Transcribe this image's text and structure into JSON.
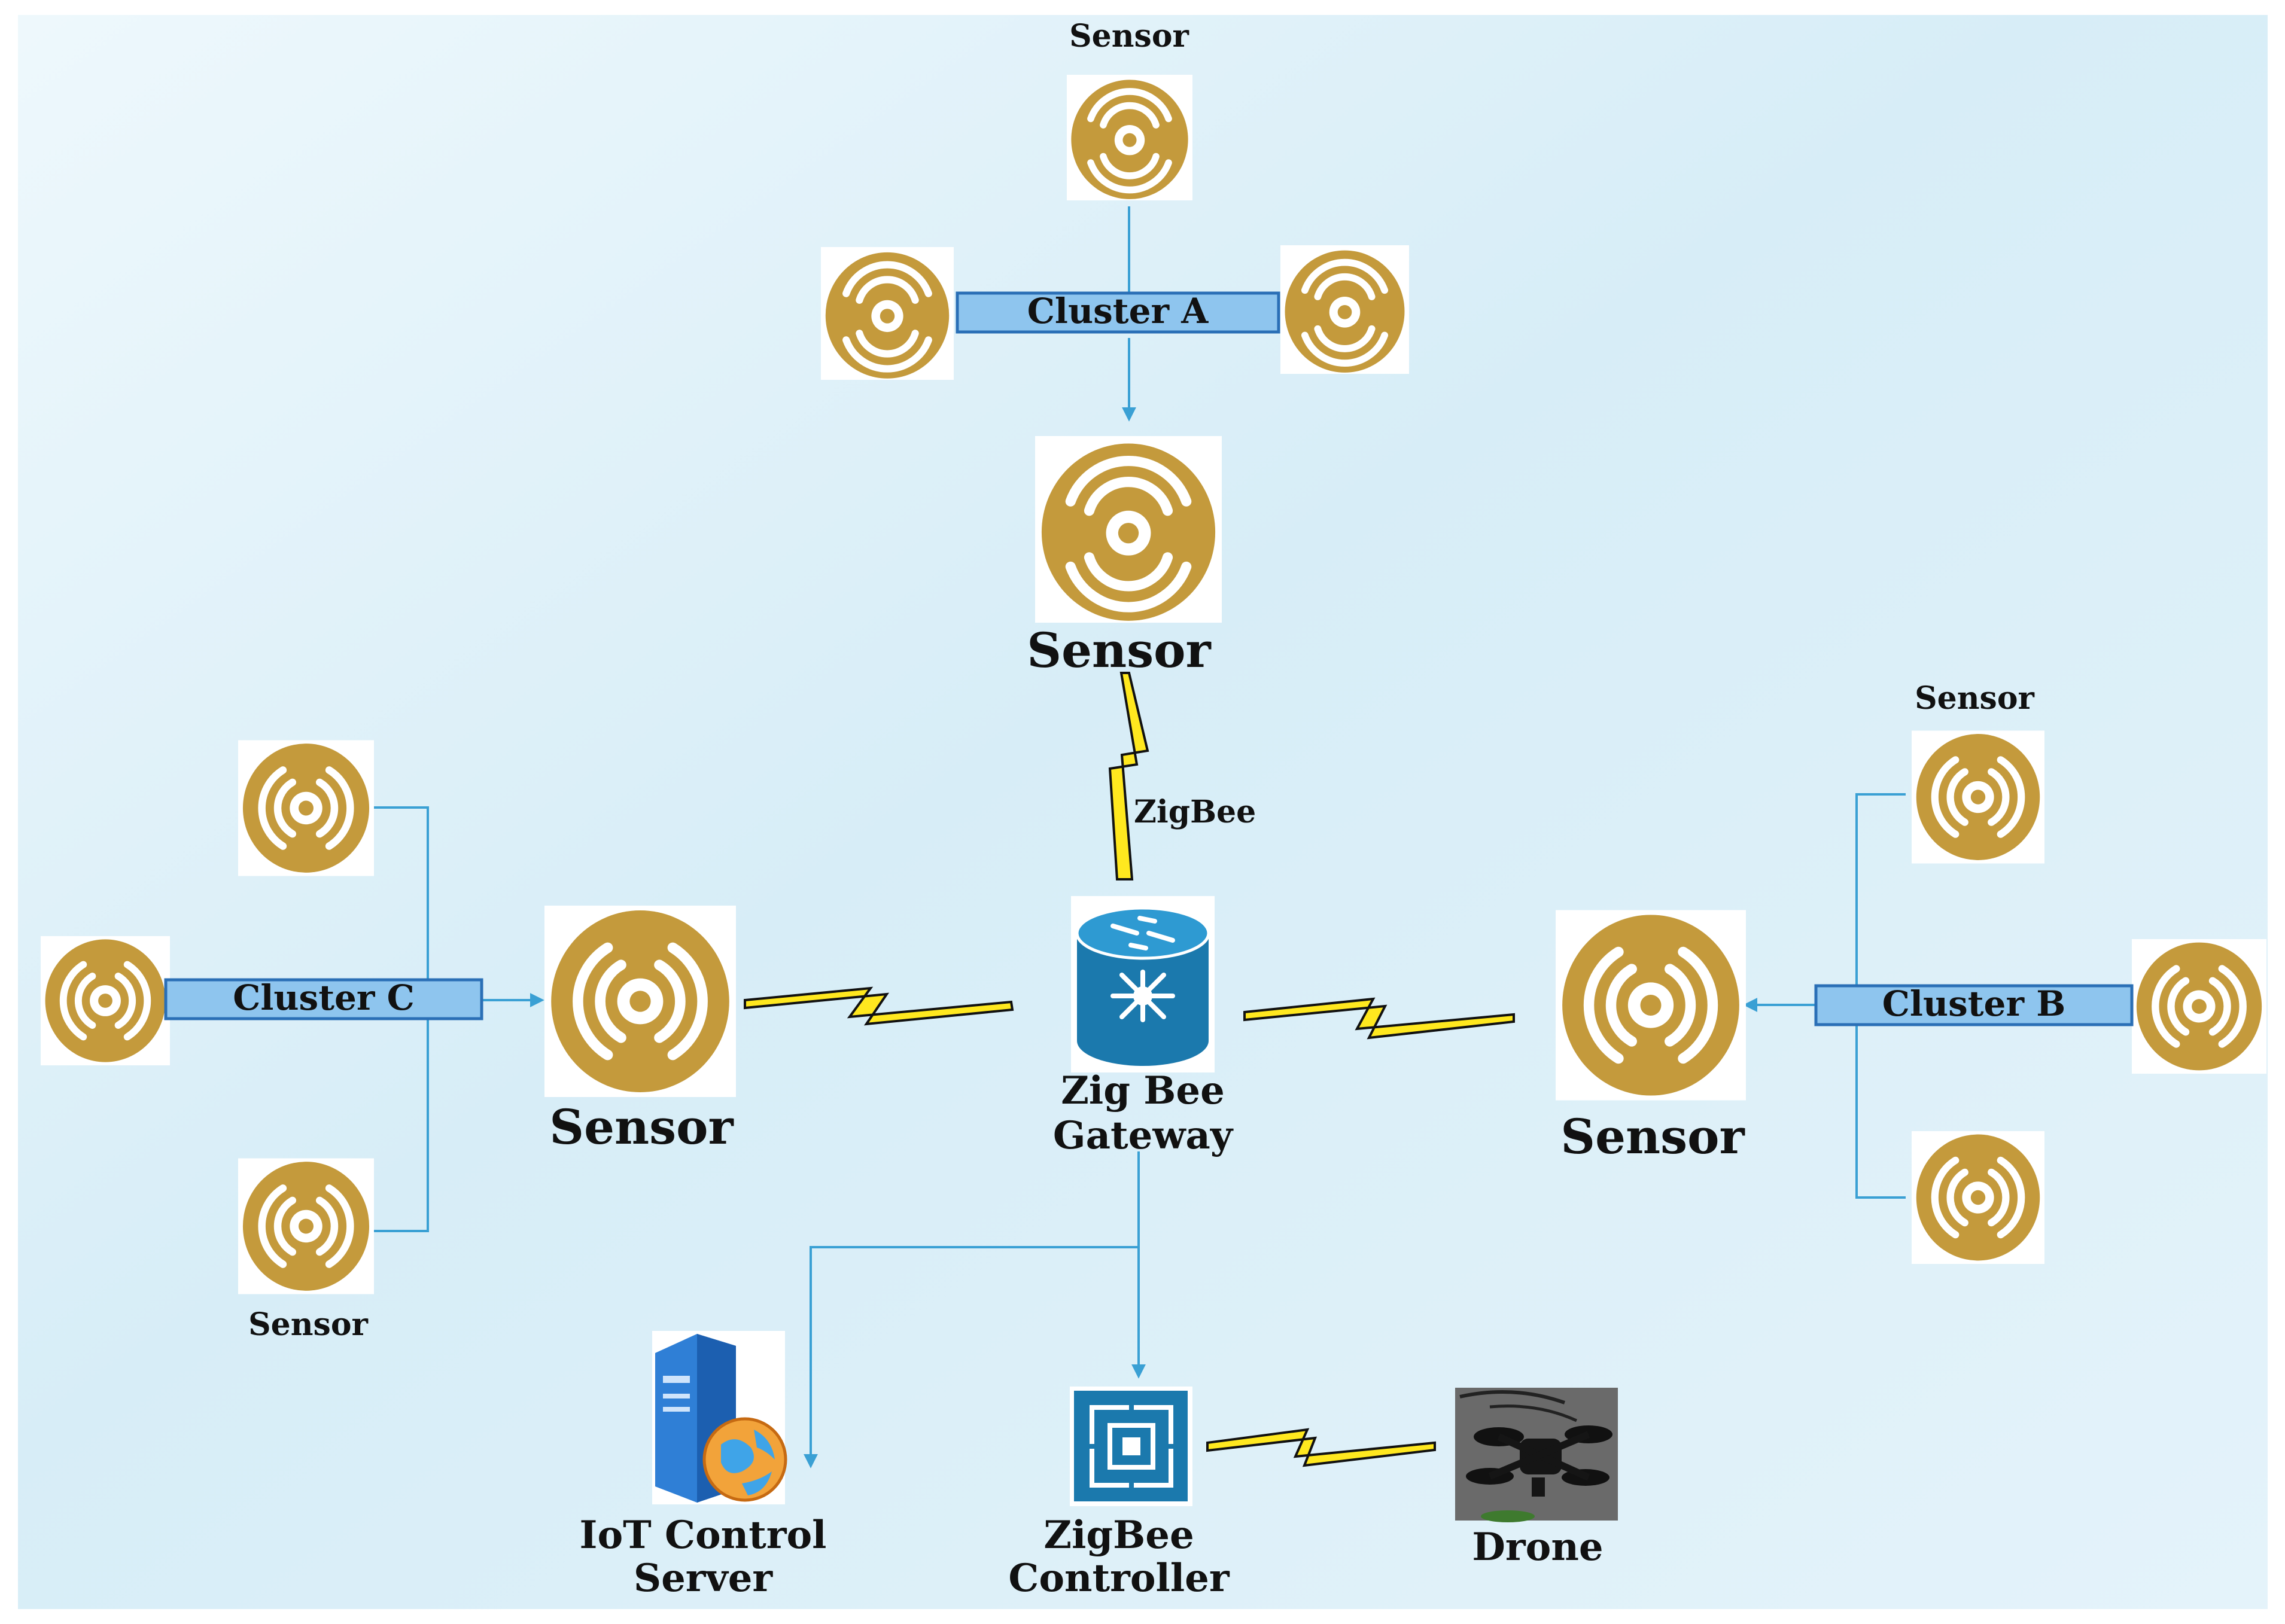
{
  "colors": {
    "background_light": "#eaf6fb",
    "background_mid": "#d6ecf6",
    "sensor_gold": "#c49a3c",
    "cluster_fill": "#8ec5ee",
    "cluster_border": "#2a6fb6",
    "link_blue": "#3aa0d4",
    "zigbee_bolt": "#ffe81f",
    "gateway_blue": "#1b79ad",
    "server_blue": "#2f7fd6",
    "drone_bg": "#6a6a6a"
  },
  "icons": {
    "sensor": "wireless-sensor-icon",
    "gateway": "router-gateway-icon",
    "server": "server-globe-icon",
    "controller": "controller-chip-icon",
    "drone": "drone-icon",
    "wireless_link": "lightning-bolt-icon"
  },
  "labels": {
    "sensor_top": "Sensor",
    "sensor_center": "Sensor",
    "sensor_right_top": "Sensor",
    "sensor_left_bottom": "Sensor",
    "sensor_left": "Sensor",
    "sensor_right": "Sensor",
    "cluster_a": "Cluster A",
    "cluster_b": "Cluster B",
    "cluster_c": "Cluster C",
    "zigbee_link": "ZigBee",
    "gateway_line1": "Zig Bee",
    "gateway_line2": "Gateway",
    "server_line1": "IoT Control",
    "server_line2": "Server",
    "controller_line1": "ZigBee",
    "controller_line2": "Controller",
    "drone": "Drone"
  }
}
